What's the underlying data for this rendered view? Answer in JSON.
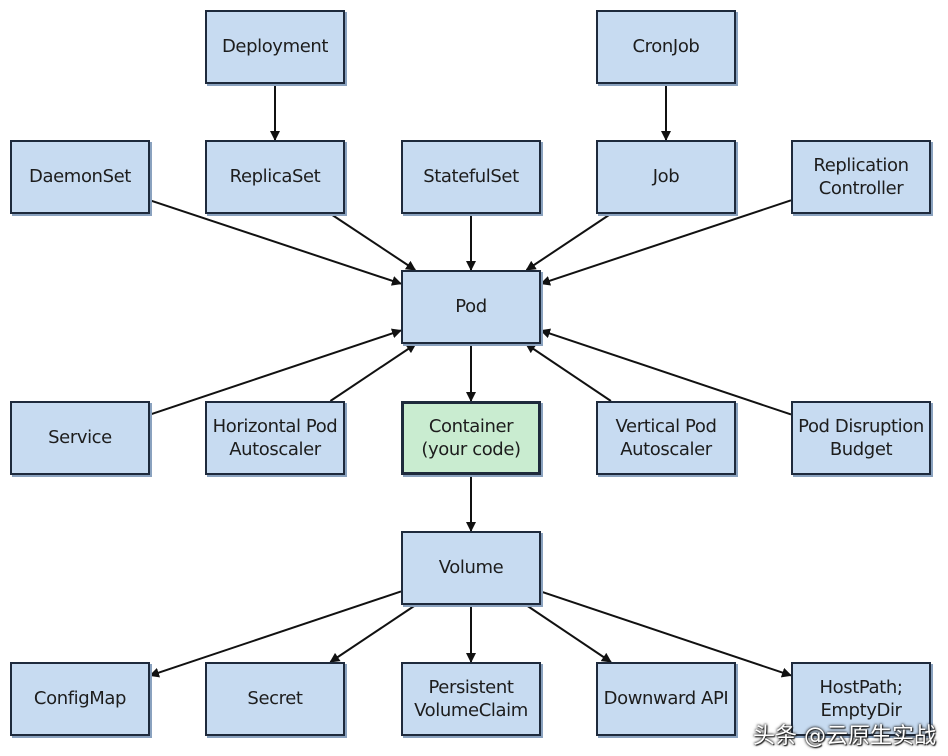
{
  "nodes": {
    "deployment": "Deployment",
    "cronjob": "CronJob",
    "daemonset": "DaemonSet",
    "replicaset": "ReplicaSet",
    "statefulset": "StatefulSet",
    "job": "Job",
    "replication_controller": "Replication\nController",
    "pod": "Pod",
    "service": "Service",
    "hpa": "Horizontal Pod\nAutoscaler",
    "container": "Container\n(your code)",
    "vpa": "Vertical Pod\nAutoscaler",
    "pdb": "Pod Disruption\nBudget",
    "volume": "Volume",
    "configmap": "ConfigMap",
    "secret": "Secret",
    "pvc": "Persistent\nVolumeClaim",
    "downward_api": "Downward API",
    "hostpath": "HostPath;\nEmptyDir"
  },
  "edges": [
    [
      "deployment",
      "replicaset"
    ],
    [
      "cronjob",
      "job"
    ],
    [
      "daemonset",
      "pod"
    ],
    [
      "replicaset",
      "pod"
    ],
    [
      "statefulset",
      "pod"
    ],
    [
      "job",
      "pod"
    ],
    [
      "replication_controller",
      "pod"
    ],
    [
      "service",
      "pod"
    ],
    [
      "hpa",
      "pod"
    ],
    [
      "vpa",
      "pod"
    ],
    [
      "pdb",
      "pod"
    ],
    [
      "pod",
      "container"
    ],
    [
      "container",
      "volume"
    ],
    [
      "volume",
      "configmap"
    ],
    [
      "volume",
      "secret"
    ],
    [
      "volume",
      "pvc"
    ],
    [
      "volume",
      "downward_api"
    ],
    [
      "volume",
      "hostpath"
    ]
  ],
  "colors": {
    "node_fill": "#c7dbf1",
    "highlight_fill": "#c9ecd0",
    "stroke": "#1e2a3c"
  },
  "watermark": "头条 @云原生实战"
}
